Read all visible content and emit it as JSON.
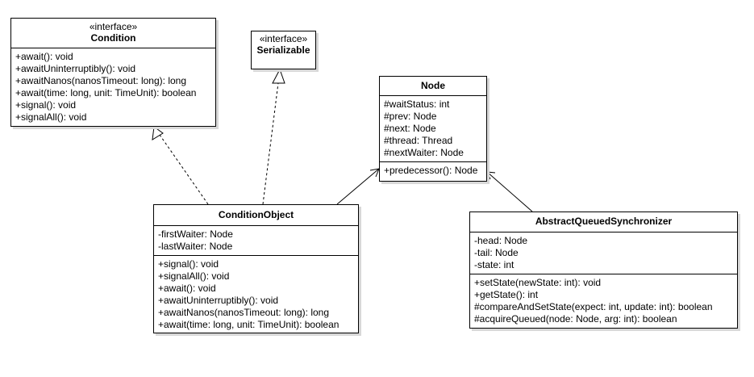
{
  "classes": {
    "condition": {
      "stereotype": "«interface»",
      "name": "Condition",
      "attributes": [],
      "methods": [
        "+await(): void",
        "+awaitUninterruptibly(): void",
        "+awaitNanos(nanosTimeout: long): long",
        "+await(time: long, unit: TimeUnit): boolean",
        "+signal(): void",
        "+signalAll(): void"
      ]
    },
    "serializable": {
      "stereotype": "«interface»",
      "name": "Serializable",
      "attributes": [],
      "methods": []
    },
    "node": {
      "stereotype": "",
      "name": "Node",
      "attributes": [
        "#waitStatus: int",
        "#prev: Node",
        "#next: Node",
        "#thread: Thread",
        "#nextWaiter: Node"
      ],
      "methods": [
        "+predecessor(): Node"
      ]
    },
    "condition_object": {
      "stereotype": "",
      "name": "ConditionObject",
      "attributes": [
        "-firstWaiter: Node",
        "-lastWaiter: Node"
      ],
      "methods": [
        "+signal(): void",
        "+signalAll(): void",
        "+await(): void",
        "+awaitUninterruptibly(): void",
        "+awaitNanos(nanosTimeout: long): long",
        "+await(time: long, unit: TimeUnit): boolean"
      ]
    },
    "aqs": {
      "stereotype": "",
      "name": "AbstractQueuedSynchronizer",
      "attributes": [
        "-head: Node",
        "-tail: Node",
        "-state: int"
      ],
      "methods": [
        "+setState(newState: int): void",
        "+getState(): int",
        "#compareAndSetState(expect: int, update: int): boolean",
        "#acquireQueued(node: Node, arg: int): boolean"
      ]
    }
  },
  "relations": [
    {
      "from": "condition_object",
      "to": "condition",
      "kind": "realization"
    },
    {
      "from": "condition_object",
      "to": "serializable",
      "kind": "realization"
    },
    {
      "from": "condition_object",
      "to": "node",
      "kind": "association"
    },
    {
      "from": "aqs",
      "to": "node",
      "kind": "association"
    }
  ]
}
